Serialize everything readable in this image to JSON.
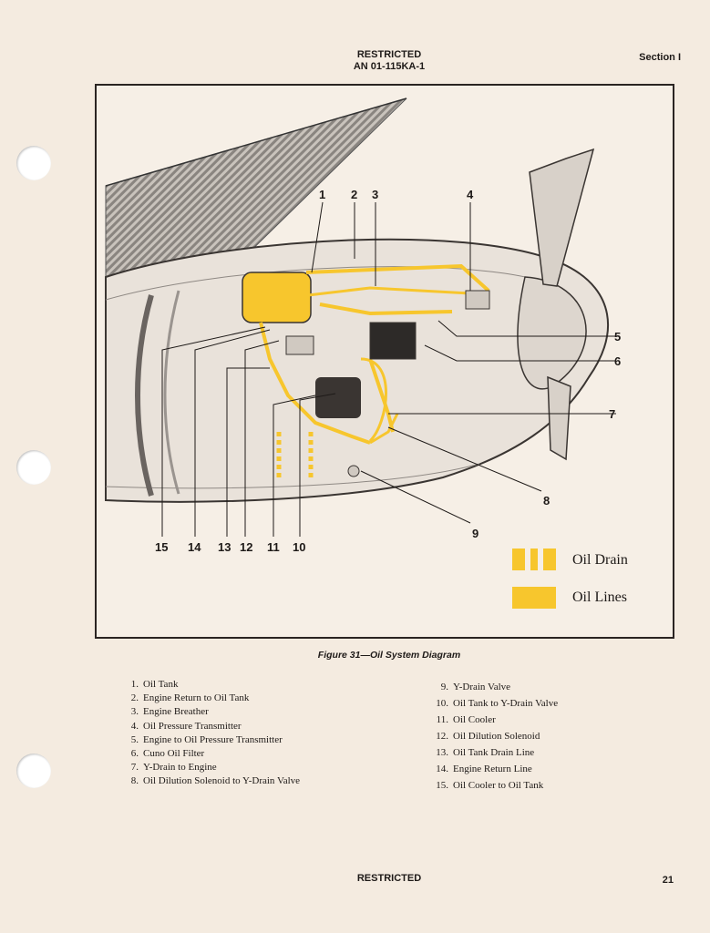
{
  "header": {
    "classification": "RESTRICTED",
    "doc_number": "AN 01-115KA-1",
    "section": "Section I"
  },
  "figure": {
    "callouts": [
      "1",
      "2",
      "3",
      "4",
      "5",
      "6",
      "7",
      "8",
      "9",
      "10",
      "11",
      "12",
      "13",
      "14",
      "15"
    ],
    "legend": [
      {
        "label": "Oil Drain",
        "pattern": "striped"
      },
      {
        "label": "Oil Lines",
        "pattern": "solid"
      }
    ],
    "colors": {
      "oil": "#f7c62d",
      "paper": "#f4ebe0",
      "ink": "#1e1a18"
    },
    "caption": "Figure 31—Oil System Diagram"
  },
  "parts_left": [
    {
      "n": "1.",
      "label": "Oil Tank"
    },
    {
      "n": "2.",
      "label": "Engine Return to Oil Tank"
    },
    {
      "n": "3.",
      "label": "Engine Breather"
    },
    {
      "n": "4.",
      "label": "Oil Pressure Transmitter"
    },
    {
      "n": "5.",
      "label": "Engine to Oil Pressure Transmitter"
    },
    {
      "n": "6.",
      "label": "Cuno Oil Filter"
    },
    {
      "n": "7.",
      "label": "Y-Drain to Engine"
    },
    {
      "n": "8.",
      "label": "Oil Dilution Solenoid to Y-Drain Valve"
    }
  ],
  "parts_right": [
    {
      "n": "9.",
      "label": "Y-Drain Valve"
    },
    {
      "n": "10.",
      "label": "Oil Tank to Y-Drain Valve"
    },
    {
      "n": "11.",
      "label": "Oil Cooler"
    },
    {
      "n": "12.",
      "label": "Oil Dilution Solenoid"
    },
    {
      "n": "13.",
      "label": "Oil Tank Drain Line"
    },
    {
      "n": "14.",
      "label": "Engine Return Line"
    },
    {
      "n": "15.",
      "label": "Oil Cooler to Oil Tank"
    }
  ],
  "footer": {
    "classification": "RESTRICTED",
    "page_number": "21"
  }
}
